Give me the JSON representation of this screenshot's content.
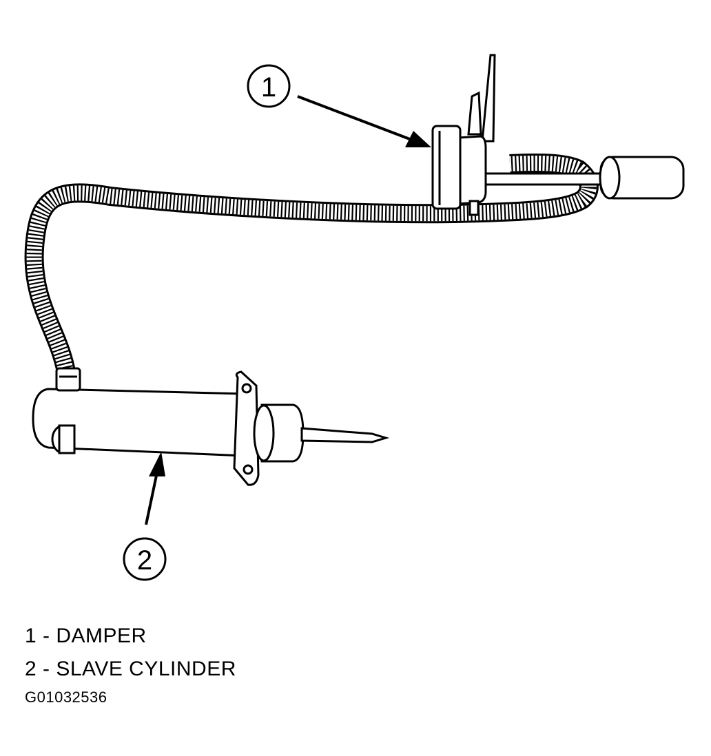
{
  "callouts": [
    {
      "number": "1",
      "label": "DAMPER"
    },
    {
      "number": "2",
      "label": "SLAVE CYLINDER"
    }
  ],
  "legend": [
    {
      "text": "1 - DAMPER"
    },
    {
      "text": "2 - SLAVE CYLINDER"
    }
  ],
  "figure_id": "G01032536",
  "colors": {
    "line": "#000000",
    "background": "#ffffff"
  }
}
